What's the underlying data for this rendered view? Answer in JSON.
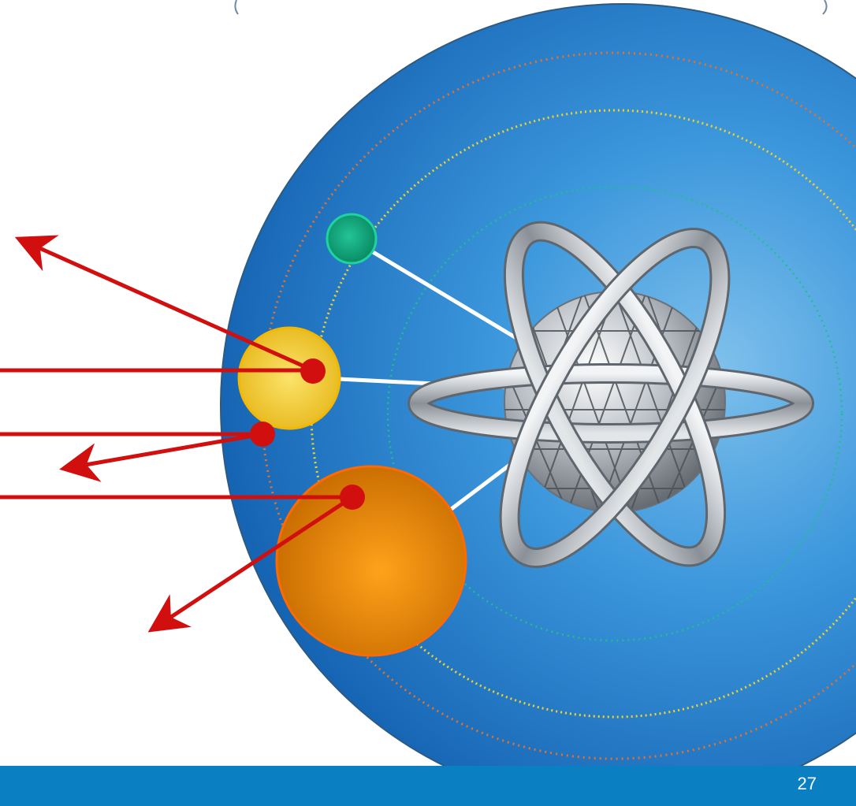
{
  "slide": {
    "page_number": "27"
  },
  "diagram": {
    "central_object": "atom-with-rings-icon",
    "orbits": [
      {
        "name": "inner-orbit",
        "color": "#1fc08a"
      },
      {
        "name": "middle-orbit",
        "color": "#f2d22a"
      },
      {
        "name": "outer-orbit",
        "color": "#e8702a"
      }
    ],
    "particles": [
      {
        "name": "small-green-particle",
        "color": "#0fa37a"
      },
      {
        "name": "medium-yellow-particle",
        "color": "#f3c92e"
      },
      {
        "name": "large-orange-particle",
        "color": "#f08a0a"
      }
    ],
    "arrow_color": "#d10f0f",
    "sphere_color": "#2a83cf",
    "footer_color": "#0a7fc2"
  }
}
